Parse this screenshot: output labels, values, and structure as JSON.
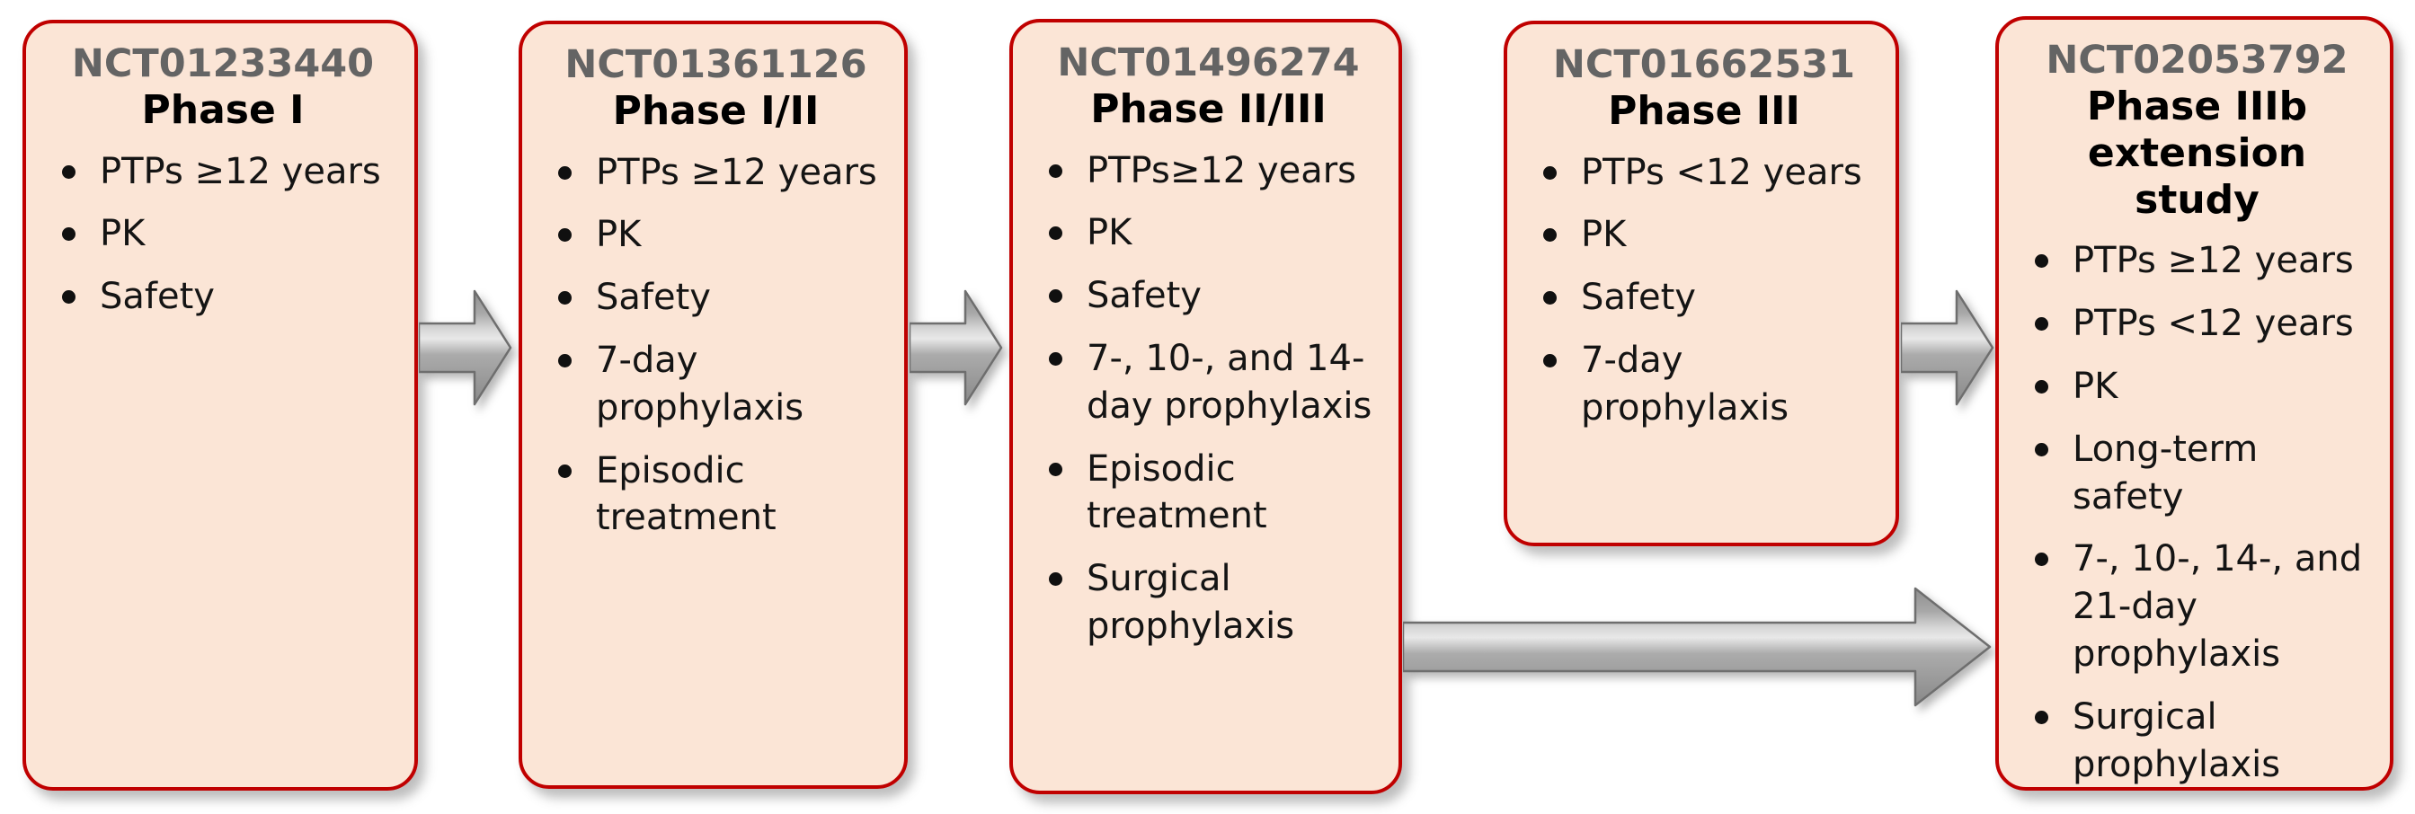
{
  "diagram": {
    "boxes": [
      {
        "nct": "NCT01233440",
        "phase": "Phase I",
        "bullets": [
          "PTPs ≥12 years",
          "PK",
          "Safety"
        ]
      },
      {
        "nct": "NCT01361126",
        "phase": "Phase I/II",
        "bullets": [
          "PTPs ≥12 years",
          "PK",
          "Safety",
          "7-day prophylaxis",
          "Episodic treatment"
        ]
      },
      {
        "nct": "NCT01496274",
        "phase": "Phase II/III",
        "bullets": [
          "PTPs≥12 years",
          "PK",
          "Safety",
          "7-, 10-, and 14-day prophylaxis",
          "Episodic treatment",
          "Surgical prophylaxis"
        ]
      },
      {
        "nct": "NCT01662531",
        "phase": "Phase III",
        "bullets": [
          "PTPs <12 years",
          "PK",
          "Safety",
          "7-day prophylaxis"
        ]
      },
      {
        "nct": "NCT02053792",
        "phase": "Phase IIIb extension study",
        "bullets": [
          "PTPs ≥12 years",
          "PTPs <12 years",
          "PK",
          "Long-term safety",
          "7-, 10-, 14-, and 21-day prophylaxis",
          "Surgical prophylaxis"
        ]
      }
    ],
    "colors": {
      "box_fill": "#fbe5d6",
      "box_border": "#c00000",
      "nct_text": "#646464",
      "phase_text": "#000000",
      "body_text": "#141414",
      "arrow_fill_mid": "#e6e6e6",
      "arrow_fill_dark": "#8f8f8f",
      "arrow_outline": "#6e6e6e"
    }
  }
}
